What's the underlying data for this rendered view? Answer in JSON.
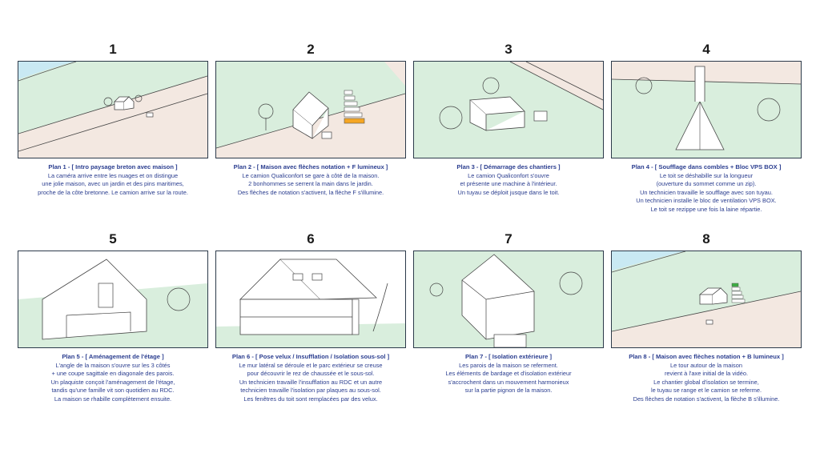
{
  "panels": [
    {
      "number": "1",
      "title": "Plan 1 - [ Intro paysage breton avec maison ]",
      "lines": [
        "La caméra arrive entre les nuages et on distingue",
        "une jolie maison, avec un jardin et des pins maritimes,",
        "proche de la côte bretonne. Le camion arrive sur la route."
      ]
    },
    {
      "number": "2",
      "title": "Plan 2 - [ Maison avec flèches notation + F lumineux ]",
      "lines": [
        "Le camion Qualiconfort se gare à côté de la maison.",
        "2 bonhommes se serrent la main dans le jardin.",
        "Des flèches de notation s'activent, la flèche F s'illumine."
      ]
    },
    {
      "number": "3",
      "title": "Plan 3 - [ Démarrage des chantiers ]",
      "lines": [
        "Le camion Qualiconfort s'ouvre",
        "et présente une machine à l'intérieur.",
        "Un tuyau se déploit jusque dans le toit."
      ]
    },
    {
      "number": "4",
      "title": "Plan 4 - [ Soufflage dans combles + Bloc VPS BOX ]",
      "lines": [
        "Le toit se déshabille sur la longueur",
        "(ouverture du sommet comme un zip).",
        "Un technicien travaille le soufflage avec son tuyau.",
        "Un technicien installe le bloc de ventilation VPS BOX.",
        "Le toit se rezippe une fois la laine répartie."
      ]
    },
    {
      "number": "5",
      "title": "Plan 5 - [ Aménagement de l'étage ]",
      "lines": [
        "L'angle de la maison s'ouvre sur les 3 côtés",
        "+ une coupe sagittale en diagonale des parois.",
        "Un plaquiste conçoit l'aménagement de l'étage,",
        "tandis qu'une famille vit son quotidien au RDC.",
        "La maison se rhabille complètement ensuite."
      ]
    },
    {
      "number": "6",
      "title": "Plan 6 - [ Pose velux / Insufflation / Isolation sous-sol ]",
      "lines": [
        "Le mur latéral se déroule et le parc extérieur se creuse",
        "pour découvrir le rez de chaussée et le sous-sol.",
        "Un technicien travaille l'insufflation au RDC et un autre",
        "technicien travaille l'isolation par plaques au sous-sol.",
        "Les fenêtres du toit sont remplacées par des velux."
      ]
    },
    {
      "number": "7",
      "title": "Plan 7 - [ Isolation extérieure ]",
      "lines": [
        "Les parois de la maison se referment.",
        "Les éléments de bardage et d'isolation extérieur",
        "s'accrochent dans un mouvement harmonieux",
        "sur la partie pignon de la maison."
      ]
    },
    {
      "number": "8",
      "title": "Plan 8 - [ Maison avec flèches notation + B lumineux ]",
      "lines": [
        "Le tour autour de la maison",
        "revient à l'axe initial de la vidéo.",
        "Le chantier global d'isolation se termine,",
        "le tuyau se range et le camion se referme.",
        "Des flèches de notation s'activent, la flèche B s'illumine."
      ]
    }
  ],
  "colors": {
    "caption": "#2a3d8f",
    "grass": "#d9eedd",
    "water": "#c9e9f3",
    "road": "#f3e8e1",
    "highlight_f": "#f5a623",
    "highlight_b": "#3cb043"
  }
}
